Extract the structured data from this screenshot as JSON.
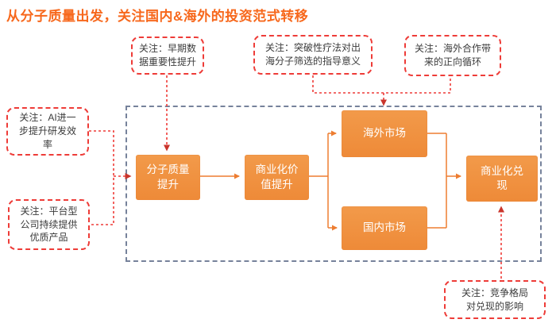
{
  "title": {
    "text": "从分子质量出发，关注国内&海外的投资范式转移"
  },
  "colors": {
    "title_orange": "#F7681C",
    "box_orange": "#F0913C",
    "connector_orange": "#ED7D31",
    "callout_red": "#EE3C38",
    "red_arrow": "#C9352C",
    "frame_gray": "#76829B",
    "callout_text": "#3B3B3B"
  },
  "flow": {
    "boxes": [
      {
        "id": "molecule-quality",
        "label": "分子质量\n提升"
      },
      {
        "id": "commercial-value",
        "label": "商业化价\n值提升"
      },
      {
        "id": "overseas-market",
        "label": "海外市场"
      },
      {
        "id": "domestic-market",
        "label": "国内市场"
      },
      {
        "id": "commercial-realization",
        "label": "商业化兑\n现"
      }
    ]
  },
  "callouts": [
    {
      "id": "early-data-importance",
      "text": "关注：早期数\n据重要性提升"
    },
    {
      "id": "breakthrough-therapy",
      "text": "关注：突破性疗法对出\n海分子筛选的指导意义"
    },
    {
      "id": "overseas-cooperation",
      "text": "关注：海外合作带\n来的正向循环"
    },
    {
      "id": "ai-rd-efficiency",
      "text": "关注：AI进一\n步提升研发效\n率"
    },
    {
      "id": "platform-companies",
      "text": "关注：平台型\n公司持续提供\n优质产品"
    },
    {
      "id": "competitive-landscape",
      "text": "关注：竞争格局\n对兑现的影响"
    }
  ]
}
